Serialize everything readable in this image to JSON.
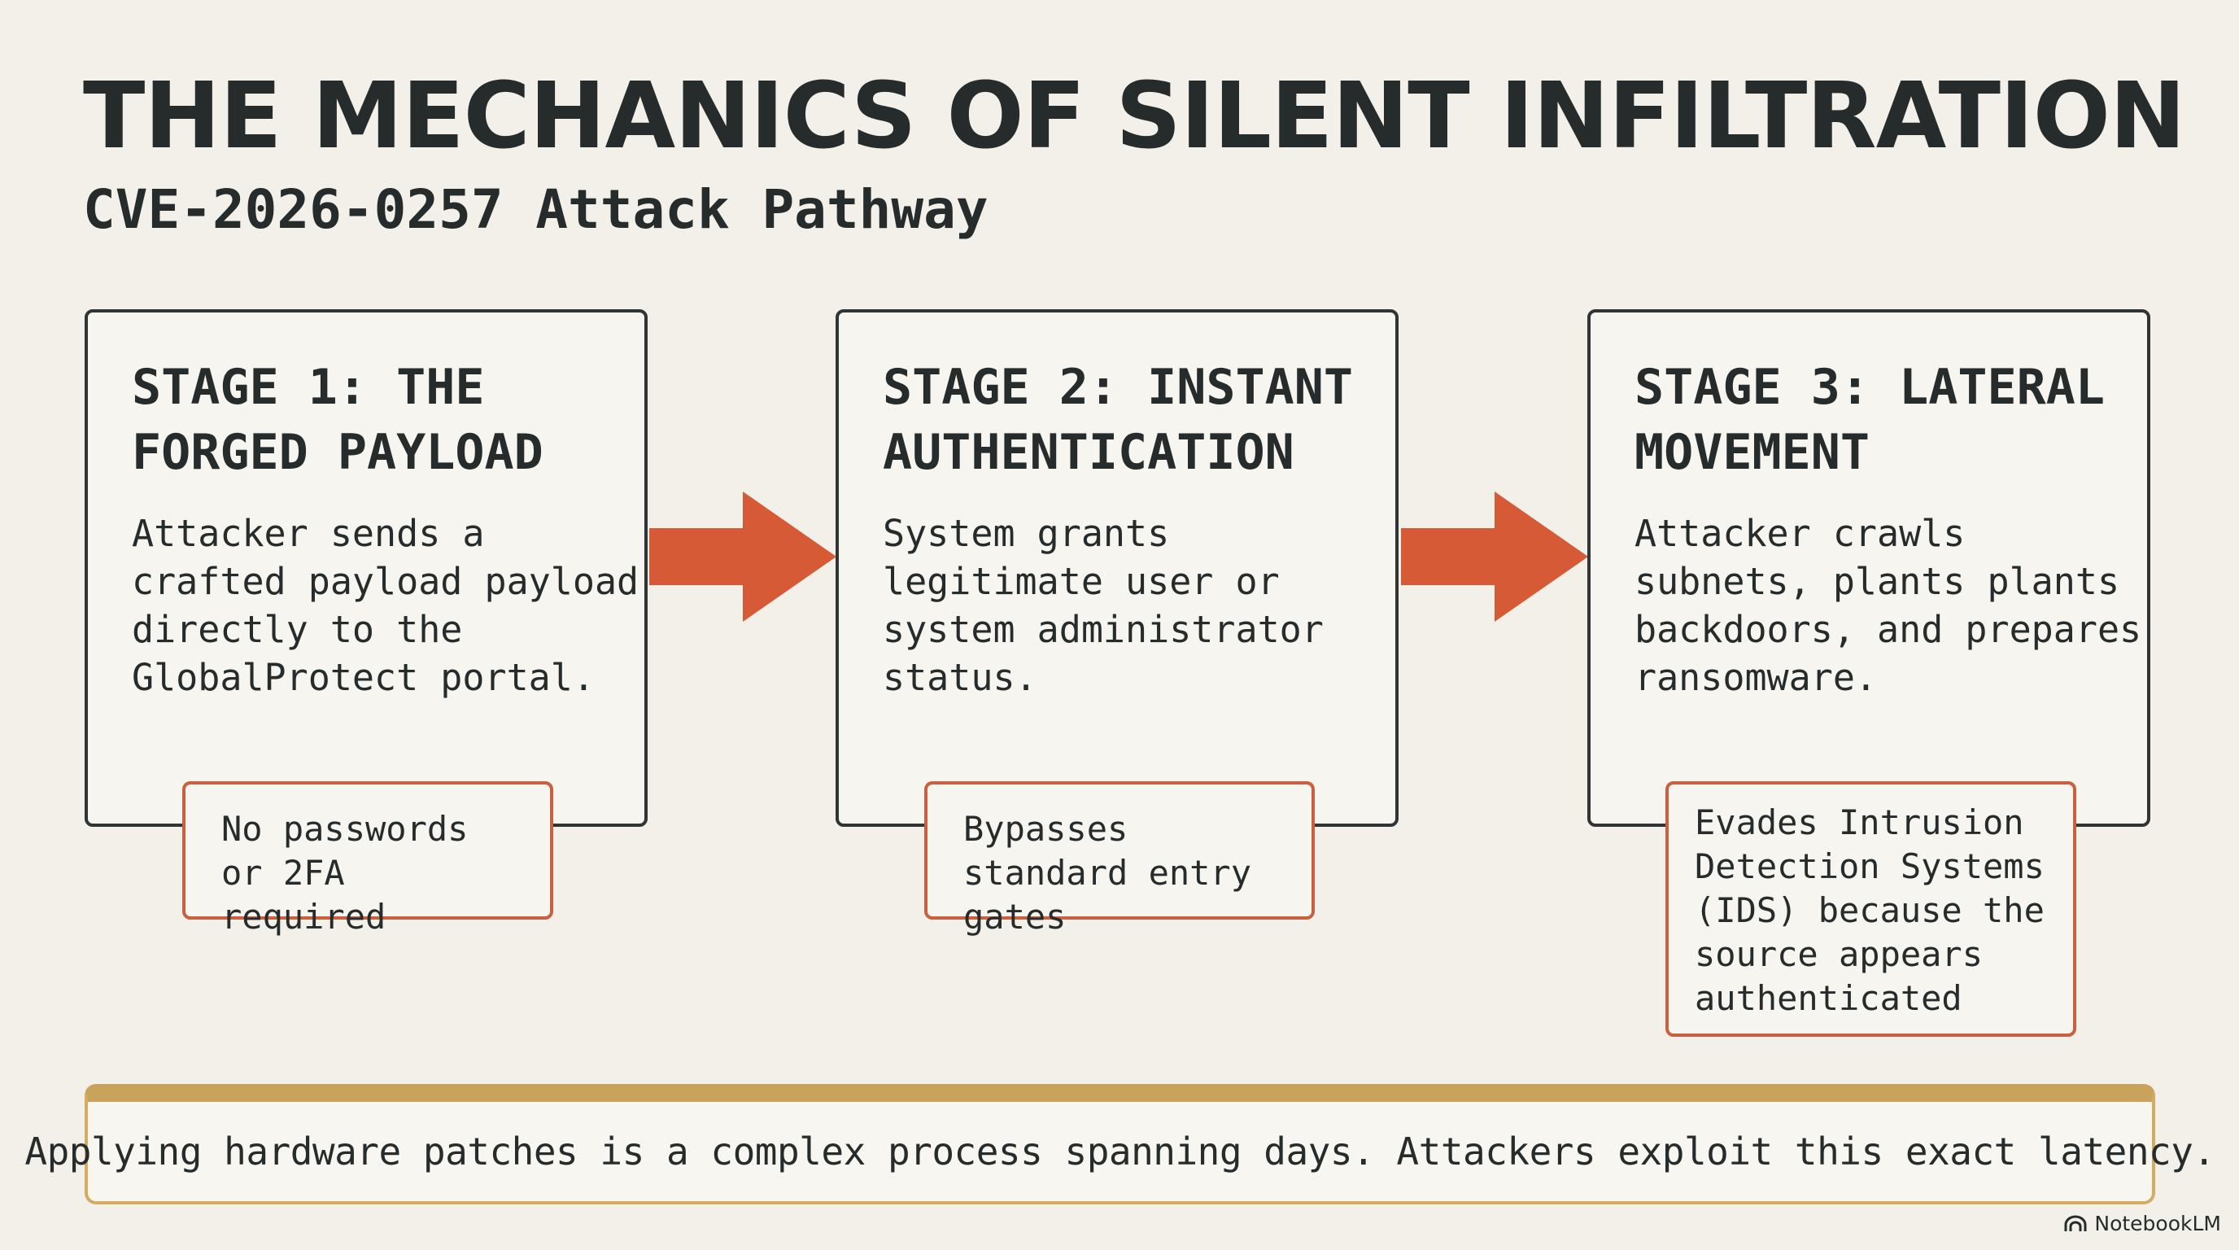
{
  "header": {
    "title": "THE MECHANICS OF SILENT INFILTRATION",
    "subtitle": "CVE-2026-0257 Attack Pathway"
  },
  "stages": [
    {
      "title": "STAGE 1: THE FORGED PAYLOAD",
      "body": "Attacker sends a crafted payload payload directly to the GlobalProtect portal.",
      "callout": "No passwords or 2FA required"
    },
    {
      "title": "STAGE 2: INSTANT AUTHENTICATION",
      "body": "System grants legitimate user or system administrator status.",
      "callout": "Bypasses standard entry gates"
    },
    {
      "title": "STAGE 3: LATERAL MOVEMENT",
      "body": "Attacker crawls subnets, plants plants backdoors, and prepares ransomware.",
      "callout": "Evades Intrusion Detection Systems (IDS) because the source appears authenticated"
    }
  ],
  "footer_note": "Applying hardware patches is a complex process spanning days. Attackers exploit this exact latency.",
  "watermark": {
    "label": "NotebookLM",
    "icon": "notebooklm-logo-icon"
  },
  "colors": {
    "background": "#f2f0e8",
    "text": "#262b2b",
    "arrow": "#d65a36",
    "callout_border": "#c9603f",
    "banner_accent": "#c9a25b"
  }
}
